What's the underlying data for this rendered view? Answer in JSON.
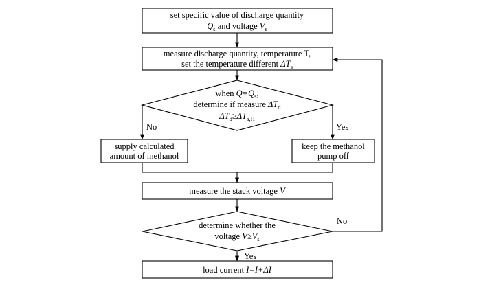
{
  "flowchart": {
    "step1": {
      "line1": "set specific value of discharge quantity",
      "line2": {
        "q": "Q",
        "q_sub": "s",
        "mid": " and voltage ",
        "v": "V",
        "v_sub": "s"
      }
    },
    "step2": {
      "line1": "measure discharge quantity, temperature T,",
      "line2": {
        "pre": "set the temperature different ",
        "sym": "ΔT",
        "sub": "s"
      }
    },
    "decision1": {
      "line1": {
        "pre": "when ",
        "expr": "Q=Q",
        "sub": "s",
        "post": ","
      },
      "line2": {
        "pre": "determine if measure ",
        "sym": "ΔT",
        "sub": "d"
      },
      "line3": {
        "a": "ΔT",
        "a_sub": "d",
        "op": "≥ΔT",
        "b_sub": "s,H"
      }
    },
    "branch_no_label": "No",
    "branch_yes_label": "Yes",
    "left_box": {
      "line1": "supply calculated",
      "line2": "amount of methanol"
    },
    "right_box": {
      "line1": "keep the methanol",
      "line2": "pump off"
    },
    "step3": {
      "pre": "measure the stack voltage ",
      "var": "V"
    },
    "decision2": {
      "line1": "determine whether the",
      "line2": {
        "pre": "voltage ",
        "expr": "V≥V",
        "sub": "s"
      }
    },
    "loop_no_label": "No",
    "final_yes_label": "Yes",
    "step4": {
      "pre": "load current ",
      "expr": "I=I+ΔI"
    }
  }
}
